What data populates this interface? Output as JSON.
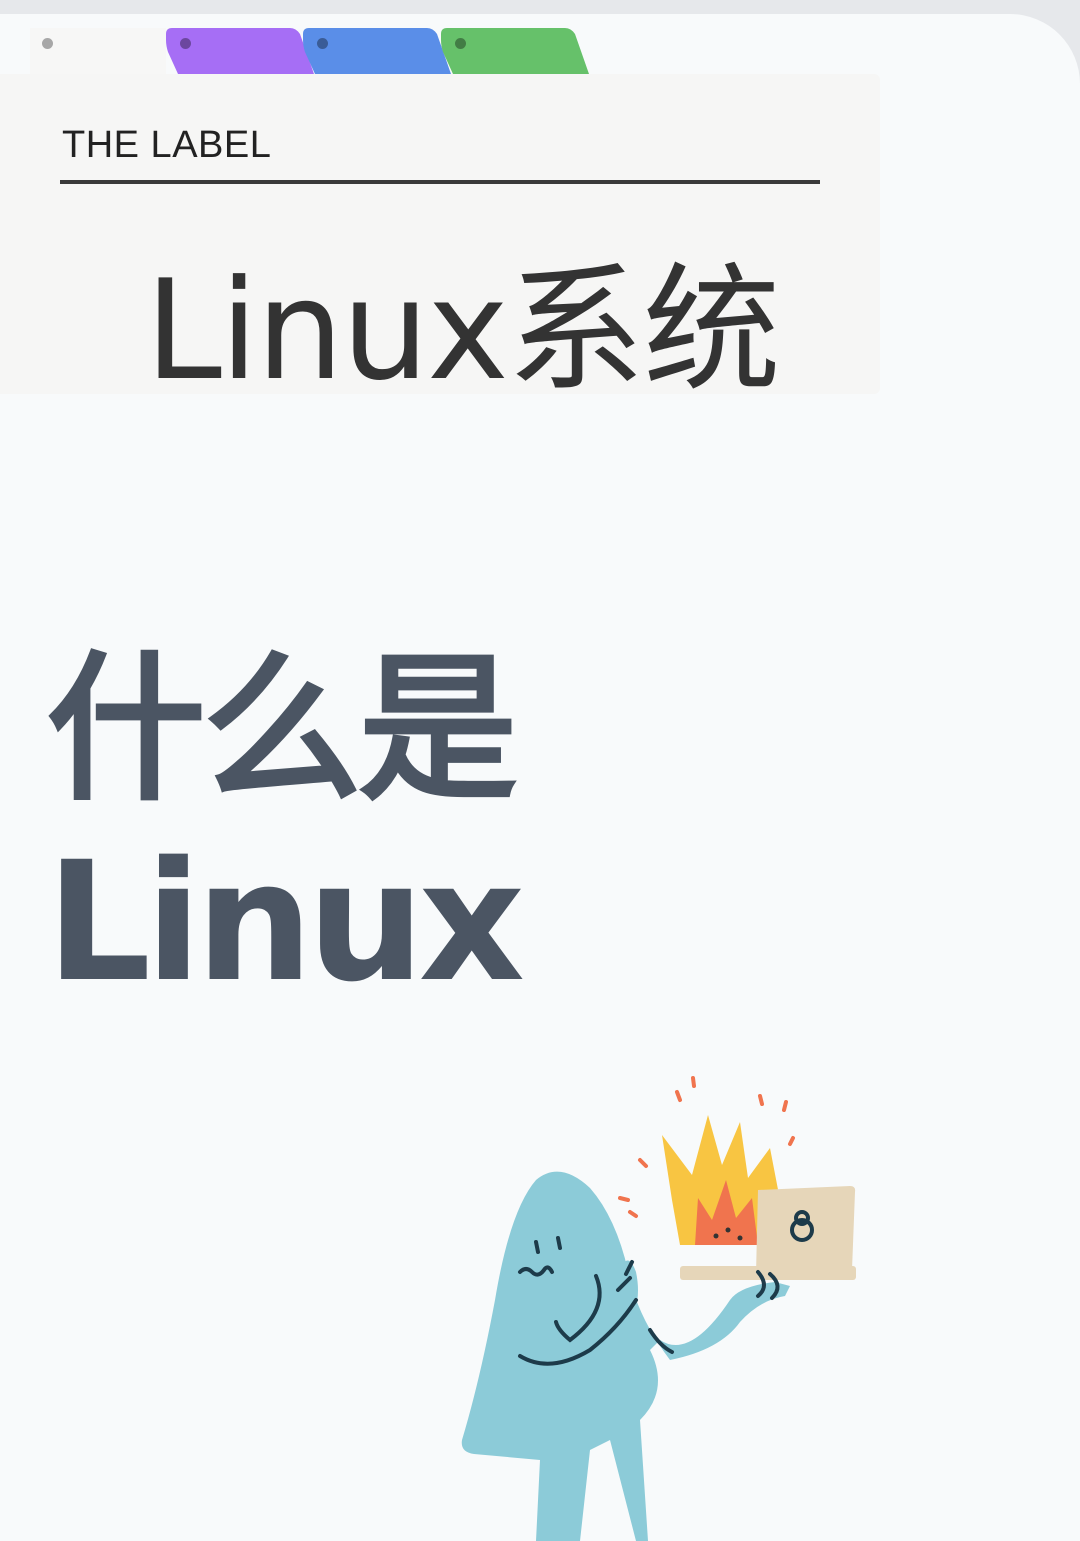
{
  "tabs": [
    {
      "name": "tab-white",
      "color": "#f7f7f6"
    },
    {
      "name": "tab-purple",
      "color": "#a66ef5"
    },
    {
      "name": "tab-blue",
      "color": "#5a8ee8"
    },
    {
      "name": "tab-green",
      "color": "#66c16a"
    }
  ],
  "label_card": {
    "heading": "THE LABEL",
    "title": "Linux系统"
  },
  "headline": {
    "line1": "什么是",
    "line2": "Linux"
  },
  "colors": {
    "background": "#f8fafb",
    "headline": "#4b5563",
    "figure": "#8ccbd8",
    "flame_yellow": "#f8c542",
    "flame_red": "#f0744e",
    "laptop": "#e6d6b9"
  },
  "illustration": {
    "icon": "person-holding-burning-laptop-icon"
  }
}
